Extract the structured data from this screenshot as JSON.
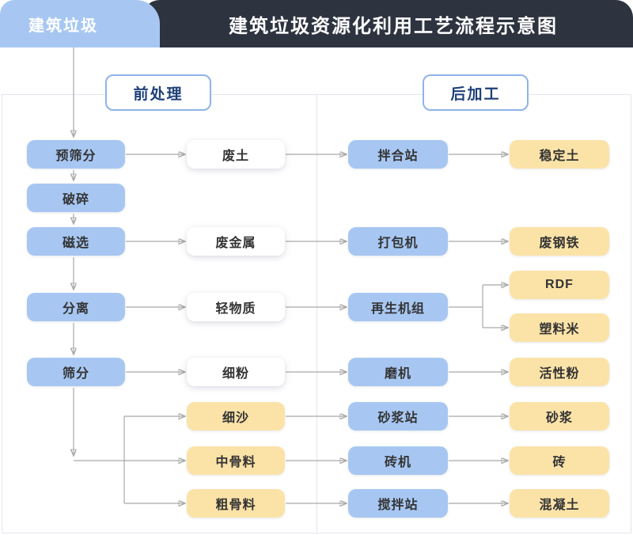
{
  "header": {
    "tab_label": "建筑垃圾",
    "title": "建筑垃圾资源化利用工艺流程示意图"
  },
  "sections": {
    "pre_label": "前处理",
    "post_label": "后加工"
  },
  "nodes": {
    "pre_screening": {
      "label": "预筛分"
    },
    "crushing": {
      "label": "破碎"
    },
    "magnetic_separation": {
      "label": "磁选"
    },
    "separation": {
      "label": "分离"
    },
    "screening": {
      "label": "筛分"
    },
    "waste_soil": {
      "label": "废土"
    },
    "waste_metal": {
      "label": "废金属"
    },
    "light_material": {
      "label": "轻物质"
    },
    "fine_powder": {
      "label": "细粉"
    },
    "fine_sand": {
      "label": "细沙"
    },
    "medium_aggregate": {
      "label": "中骨料"
    },
    "coarse_aggregate": {
      "label": "粗骨料"
    },
    "mixing_plant": {
      "label": "拌合站"
    },
    "baler": {
      "label": "打包机"
    },
    "regeneration_unit": {
      "label": "再生机组"
    },
    "mill": {
      "label": "磨机"
    },
    "mortar_plant": {
      "label": "砂浆站"
    },
    "brick_machine": {
      "label": "砖机"
    },
    "concrete_mixing_plant": {
      "label": "搅拌站"
    },
    "stabilized_soil": {
      "label": "稳定土"
    },
    "scrap_steel": {
      "label": "废钢铁"
    },
    "rdf": {
      "label": "RDF"
    },
    "plastic_pellets": {
      "label": "塑料米"
    },
    "active_powder": {
      "label": "活性粉"
    },
    "mortar": {
      "label": "砂浆"
    },
    "brick": {
      "label": "砖"
    },
    "concrete": {
      "label": "混凝土"
    }
  },
  "colors": {
    "header_bg": "#2d333f",
    "node_blue": "#a7c7f2",
    "node_yellow": "#fbe3a8",
    "node_text": "#333333",
    "section_border": "#8fb3ea",
    "section_text": "#1e3f78",
    "connector": "#a9a9a9",
    "frame_line": "#e2e6ee"
  }
}
